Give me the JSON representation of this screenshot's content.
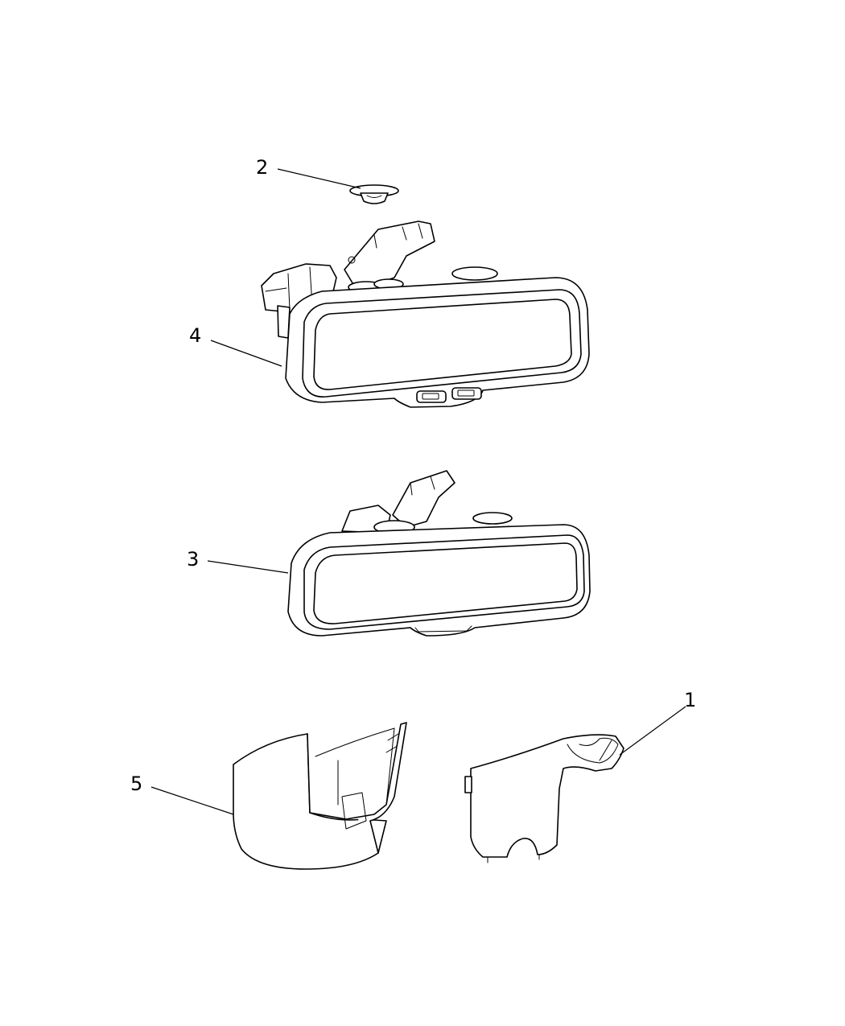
{
  "callouts": [
    {
      "id": "1",
      "label": "1"
    },
    {
      "id": "2",
      "label": "2"
    },
    {
      "id": "3",
      "label": "3"
    },
    {
      "id": "4",
      "label": "4"
    },
    {
      "id": "5",
      "label": "5"
    }
  ]
}
